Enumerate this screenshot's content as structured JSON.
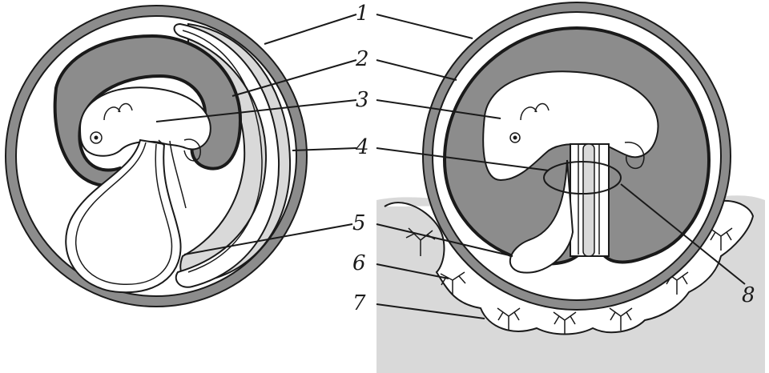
{
  "labels": {
    "l1": "1",
    "l2": "2",
    "l3": "3",
    "l4": "4",
    "l5": "5",
    "l6": "6",
    "l7": "7",
    "l8": "8"
  },
  "colors": {
    "outline": "#1a1a1a",
    "membrane_gray": "#8c8c8c",
    "amnion_gray": "#8c8c8c",
    "coelom_light": "#d9d9d9",
    "uterine_light": "#d9d9d9",
    "embryo_fill": "#ffffff"
  }
}
